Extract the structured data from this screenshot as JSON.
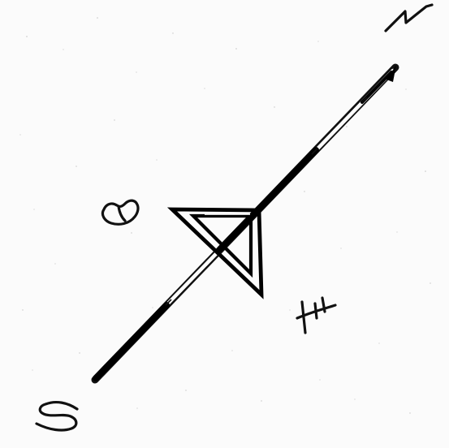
{
  "diagram": {
    "labels": {
      "north": "N",
      "south": "S",
      "east": "E",
      "west": "W"
    }
  }
}
